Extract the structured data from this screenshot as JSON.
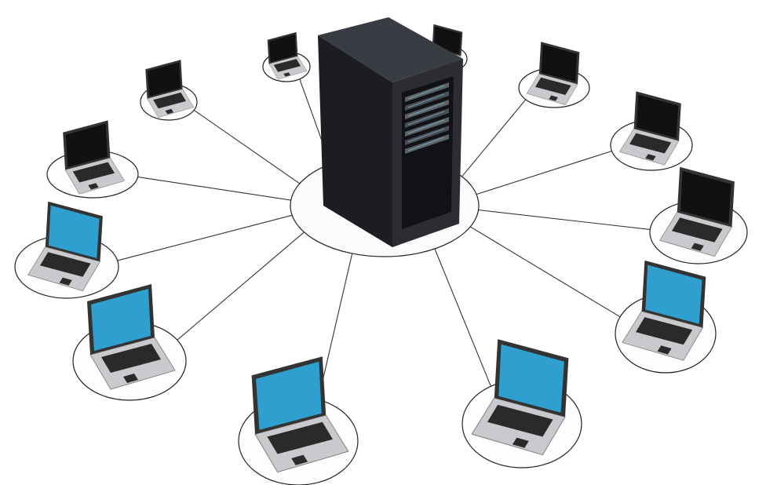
{
  "scene": {
    "subject": "network-server-with-clients",
    "colors": {
      "background": "#ffffff",
      "ring_stroke": "#222222",
      "link_stroke": "#333333",
      "server_body": "#2b2d33",
      "server_side": "#1c1d22",
      "rack_light": "#7fc6d8",
      "laptop_base": "#c9cacd",
      "keyboard": "#2a2a2a",
      "screen_dark": "#111111",
      "screen_blue": "#2f9fd0"
    },
    "clients": [
      {
        "screen": "dark"
      },
      {
        "screen": "dark"
      },
      {
        "screen": "dark"
      },
      {
        "screen": "blue"
      },
      {
        "screen": "blue"
      },
      {
        "screen": "blue"
      },
      {
        "screen": "blue"
      },
      {
        "screen": "blue"
      },
      {
        "screen": "dark"
      },
      {
        "screen": "dark"
      },
      {
        "screen": "dark"
      },
      {
        "screen": "dark"
      }
    ],
    "icons": {
      "server": "server-rack-icon",
      "client": "laptop-icon"
    }
  }
}
